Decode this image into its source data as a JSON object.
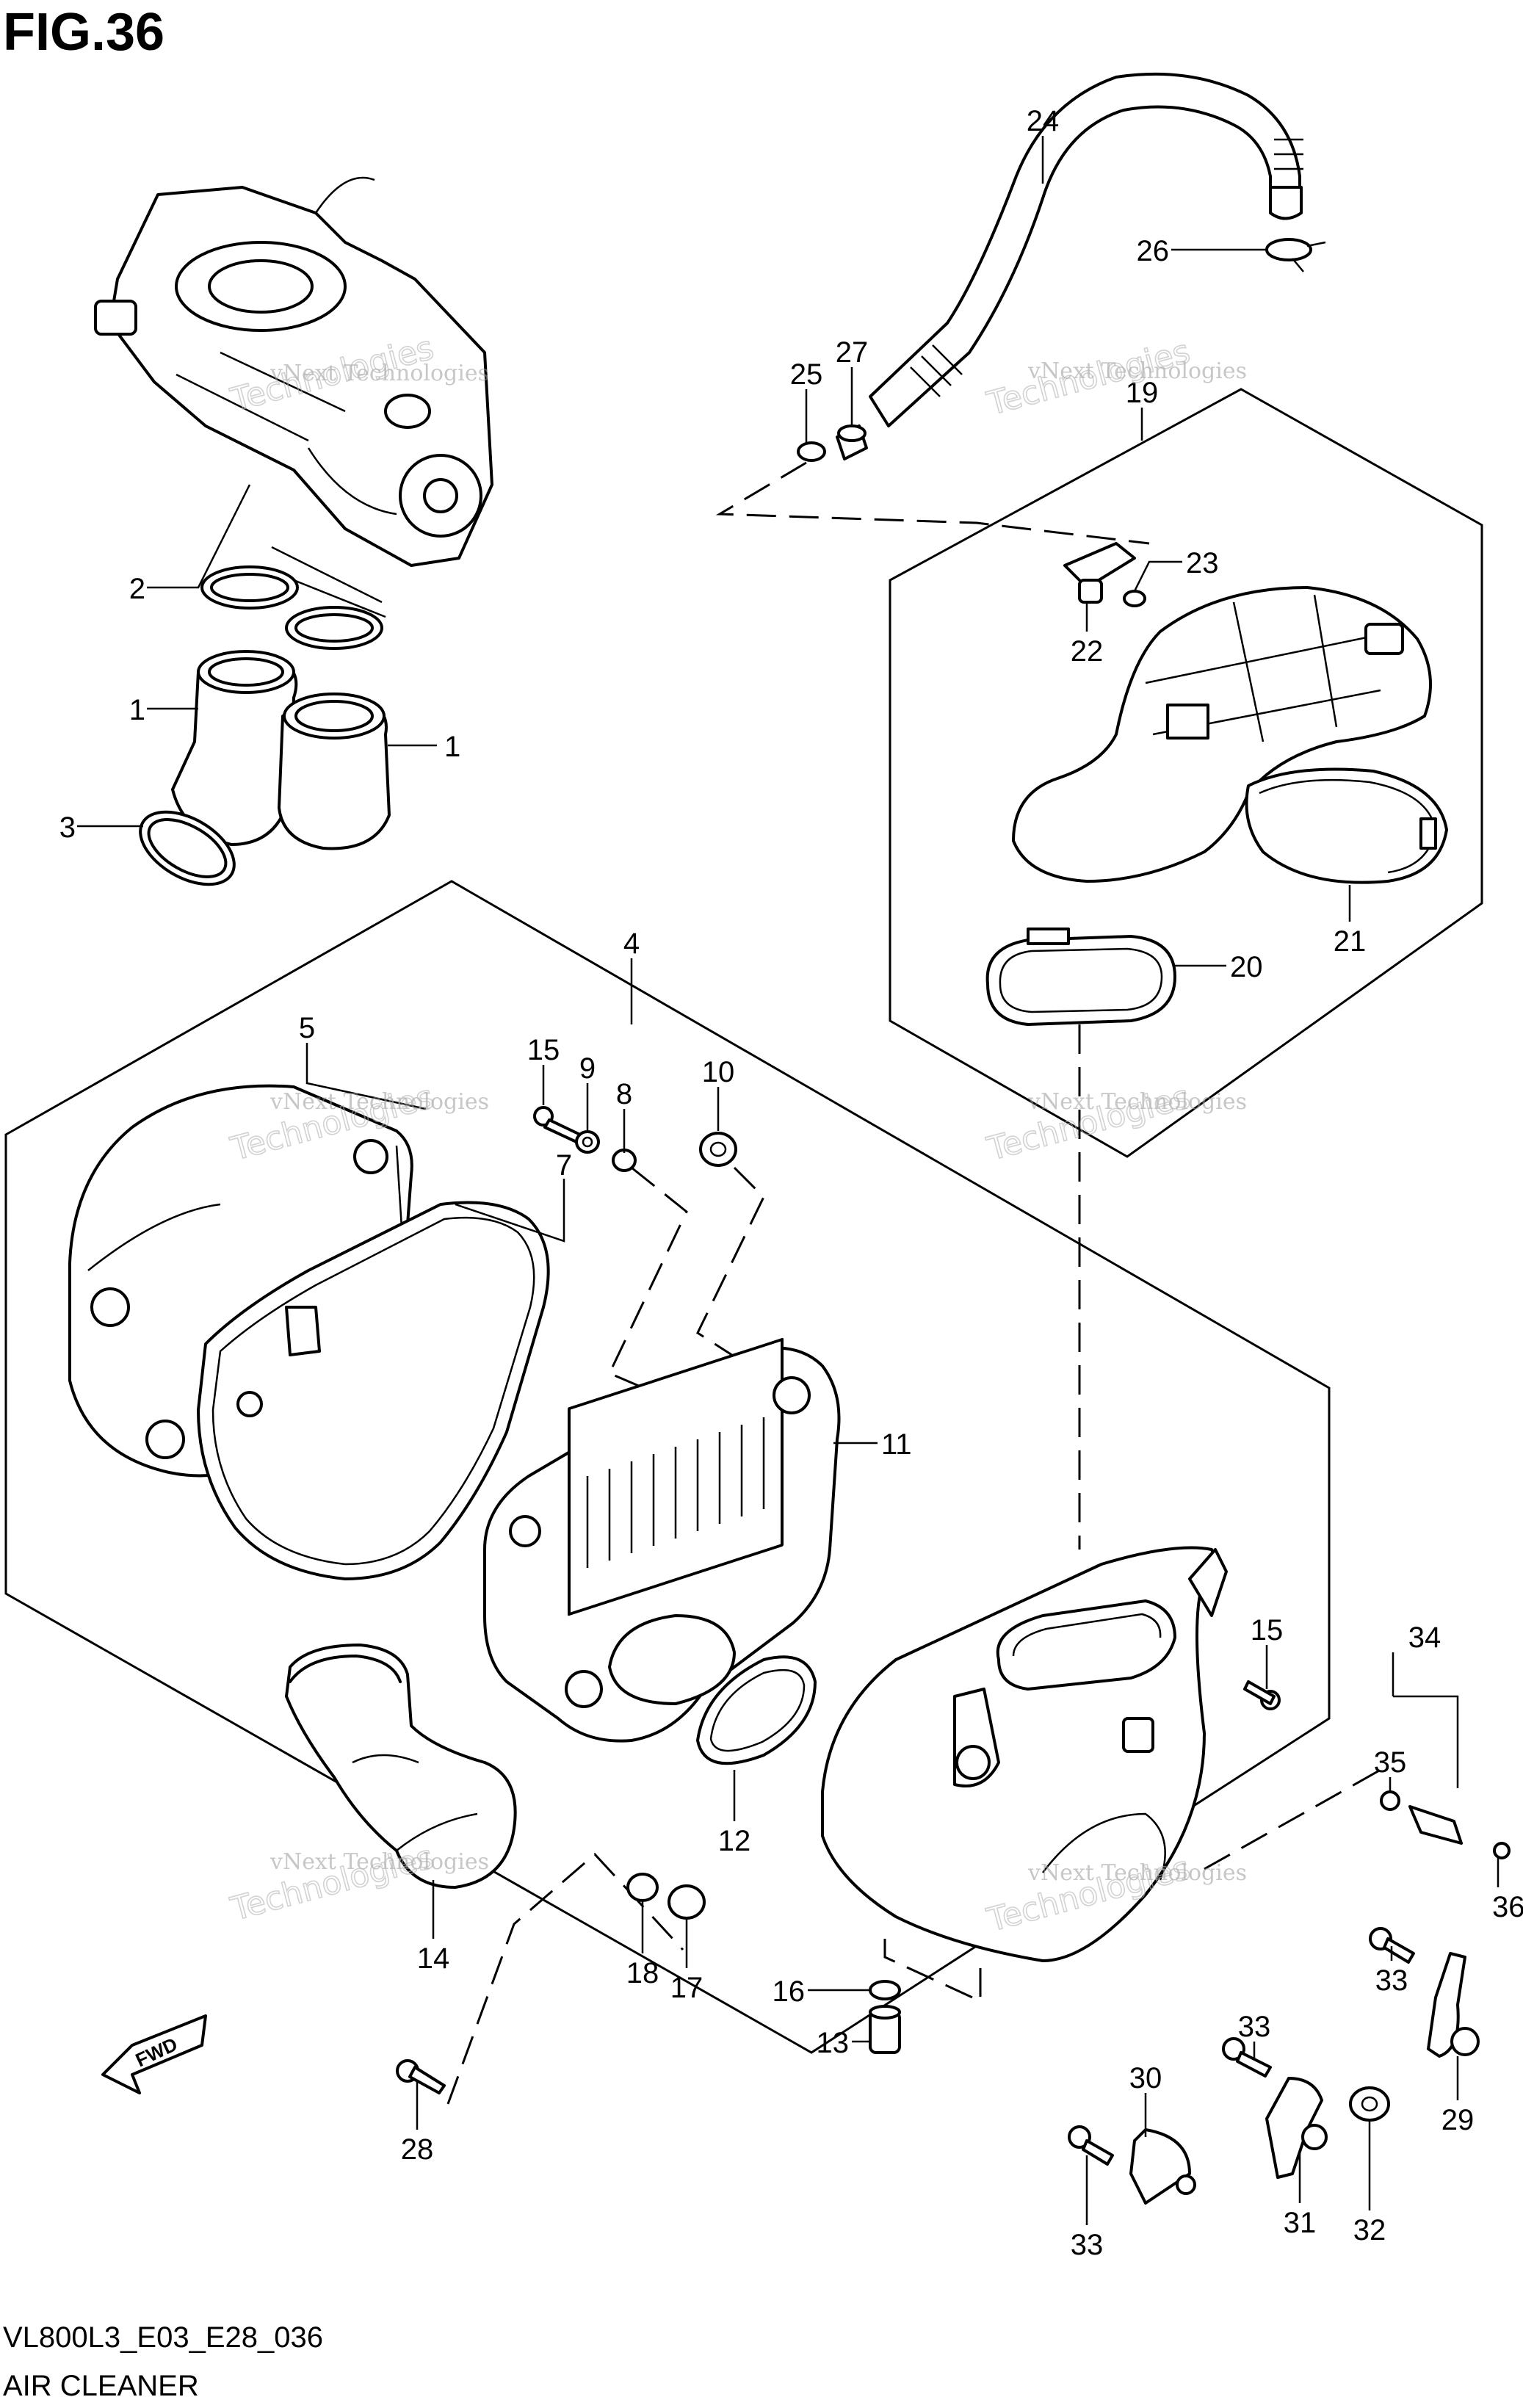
{
  "figure": {
    "title": "FIG.36",
    "code": "VL800L3_E03_E28_036",
    "name": "AIR CLEANER",
    "fwd_label": "FWD"
  },
  "watermark": {
    "line1": "vNext Technologies",
    "line2": "Technologies"
  },
  "callouts": [
    {
      "id": "c1a",
      "text": "1"
    },
    {
      "id": "c1b",
      "text": "1"
    },
    {
      "id": "c2",
      "text": "2"
    },
    {
      "id": "c3",
      "text": "3"
    },
    {
      "id": "c4",
      "text": "4"
    },
    {
      "id": "c5",
      "text": "5"
    },
    {
      "id": "c7",
      "text": "7"
    },
    {
      "id": "c8",
      "text": "8"
    },
    {
      "id": "c9",
      "text": "9"
    },
    {
      "id": "c10",
      "text": "10"
    },
    {
      "id": "c11",
      "text": "11"
    },
    {
      "id": "c12",
      "text": "12"
    },
    {
      "id": "c13",
      "text": "13"
    },
    {
      "id": "c14",
      "text": "14"
    },
    {
      "id": "c15a",
      "text": "15"
    },
    {
      "id": "c15b",
      "text": "15"
    },
    {
      "id": "c16",
      "text": "16"
    },
    {
      "id": "c17",
      "text": "17"
    },
    {
      "id": "c18",
      "text": "18"
    },
    {
      "id": "c19",
      "text": "19"
    },
    {
      "id": "c20",
      "text": "20"
    },
    {
      "id": "c21",
      "text": "21"
    },
    {
      "id": "c22",
      "text": "22"
    },
    {
      "id": "c23",
      "text": "23"
    },
    {
      "id": "c24",
      "text": "24"
    },
    {
      "id": "c25",
      "text": "25"
    },
    {
      "id": "c26",
      "text": "26"
    },
    {
      "id": "c27",
      "text": "27"
    },
    {
      "id": "c28",
      "text": "28"
    },
    {
      "id": "c29",
      "text": "29"
    },
    {
      "id": "c30",
      "text": "30"
    },
    {
      "id": "c31",
      "text": "31"
    },
    {
      "id": "c32",
      "text": "32"
    },
    {
      "id": "c33a",
      "text": "33"
    },
    {
      "id": "c33b",
      "text": "33"
    },
    {
      "id": "c33c",
      "text": "33"
    },
    {
      "id": "c34",
      "text": "34"
    },
    {
      "id": "c35",
      "text": "35"
    },
    {
      "id": "c36",
      "text": "36"
    }
  ]
}
